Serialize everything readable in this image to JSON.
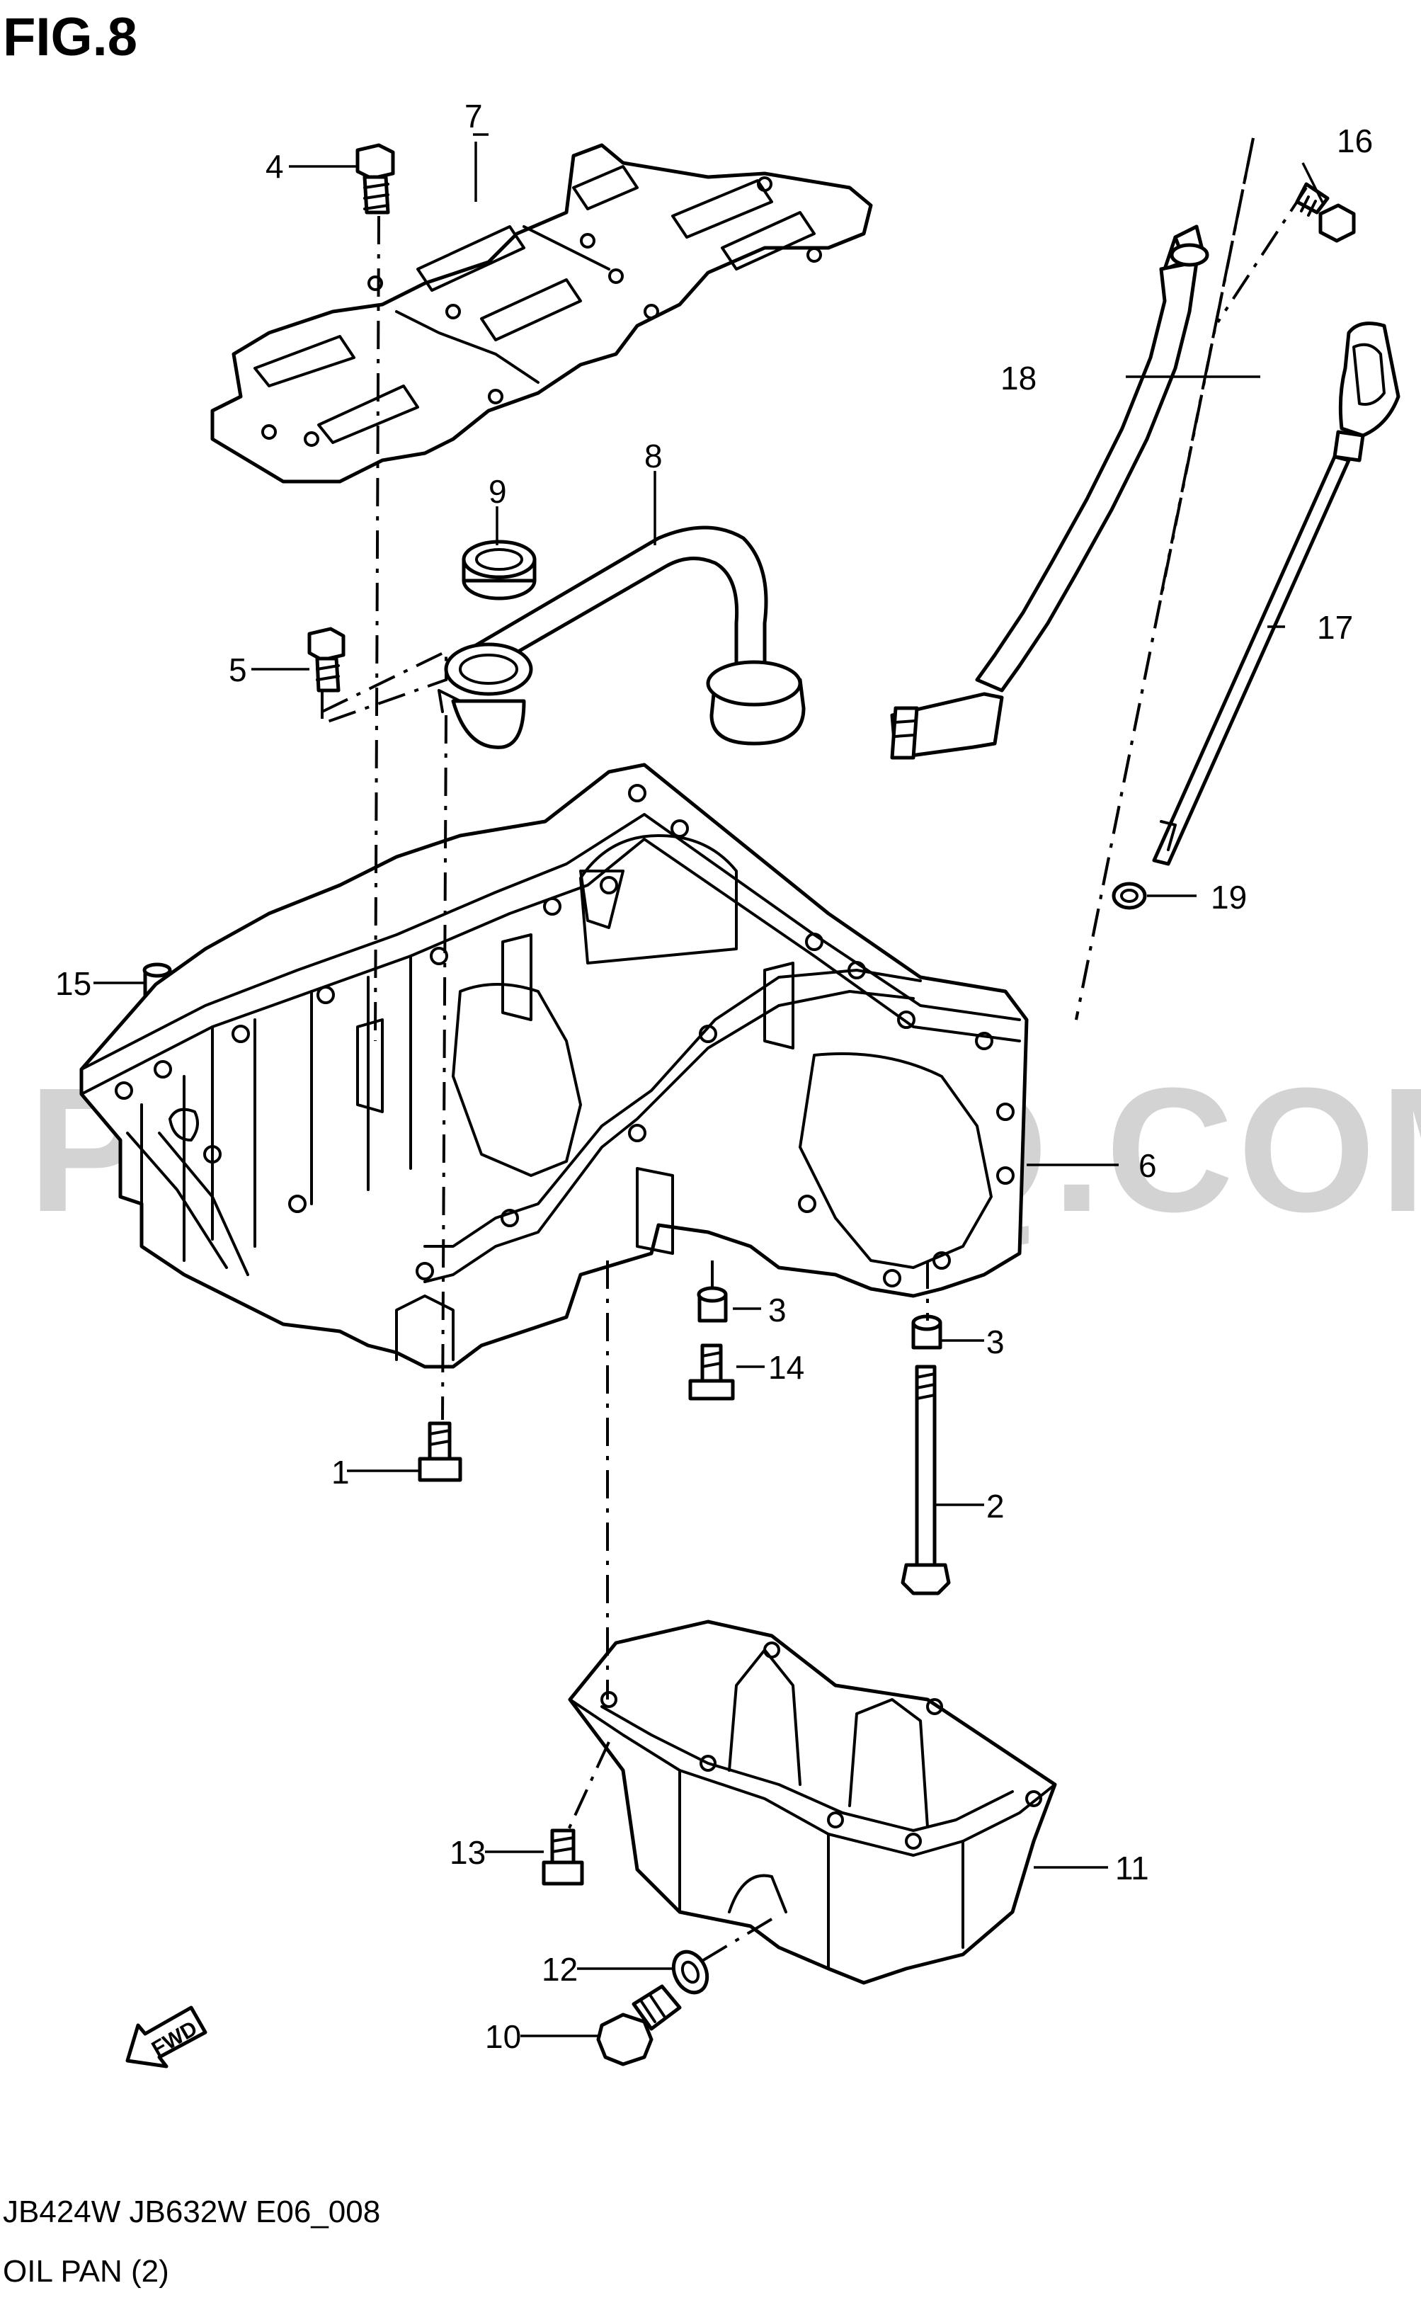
{
  "figure_title": "FIG.8",
  "watermark": "PARTSOUQ.COM",
  "footer": {
    "model_line": "JB424W JB632W E06_008",
    "section_name": "OIL PAN (2)"
  },
  "direction_marker": "FWD",
  "callouts": [
    "1",
    "2",
    "3",
    "3",
    "4",
    "5",
    "6",
    "7",
    "8",
    "9",
    "10",
    "11",
    "12",
    "13",
    "14",
    "15",
    "16",
    "17",
    "18",
    "19"
  ]
}
